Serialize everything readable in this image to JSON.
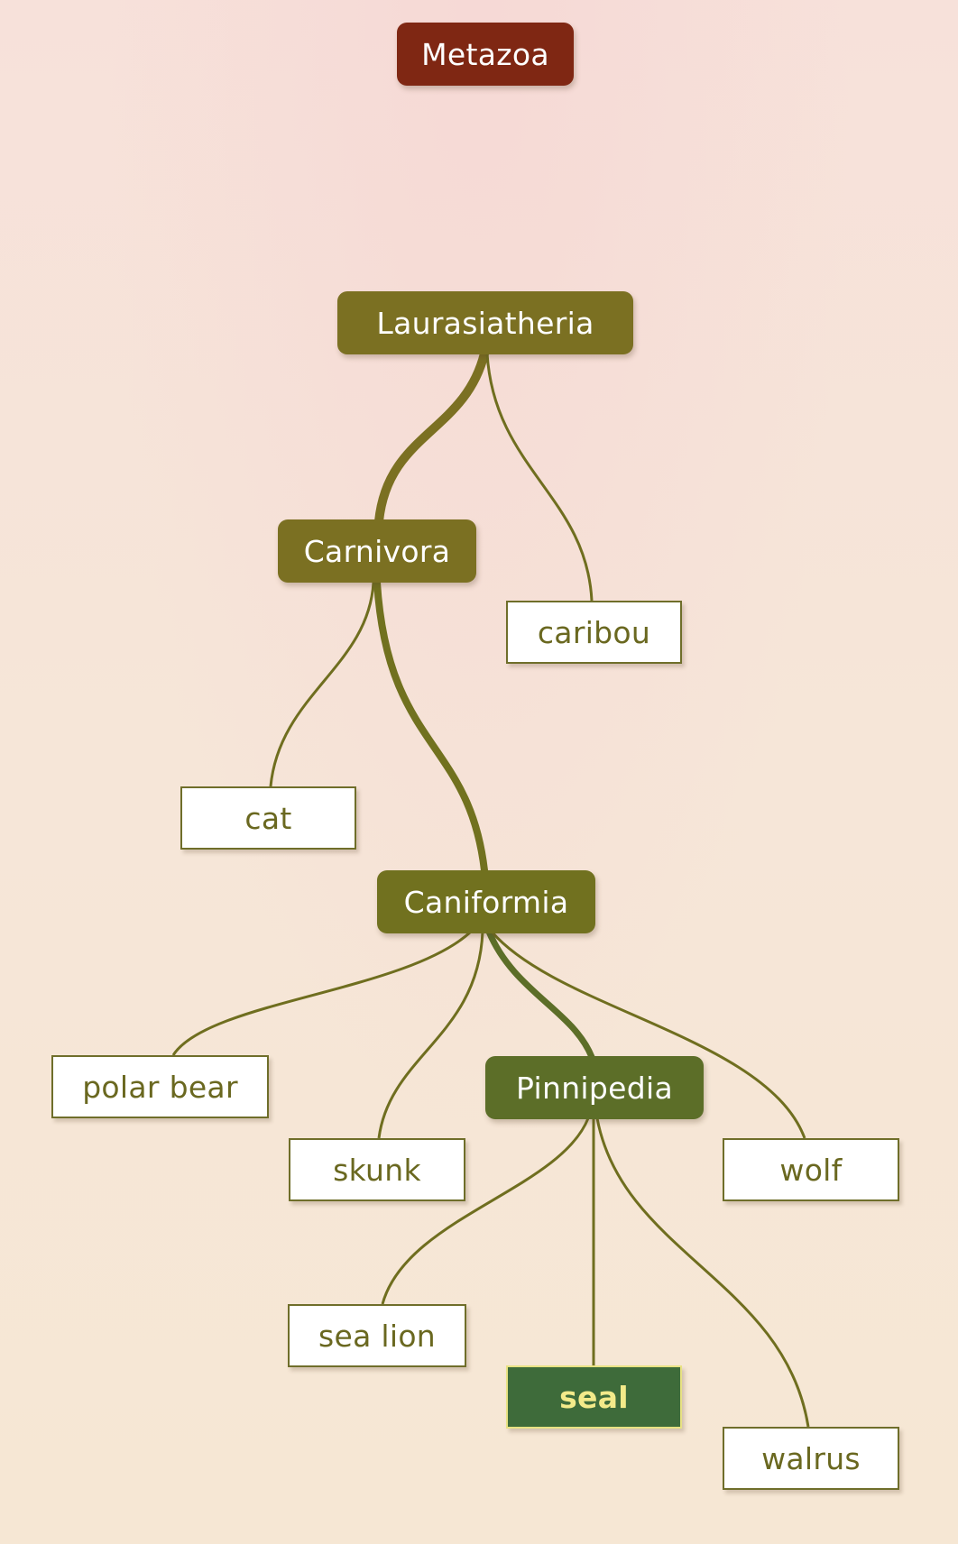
{
  "tree": {
    "colors": {
      "root": "#7f2713",
      "clade": "#7b7022",
      "clade_green": "#5c6e28",
      "edge": "#6f6e1f",
      "leaf_border": "#6f6e2a",
      "highlight_fill": "#3e6b3a",
      "highlight_text": "#f3ea8a"
    },
    "nodes": {
      "metazoa": "Metazoa",
      "laurasiatheria": "Laurasiatheria",
      "carnivora": "Carnivora",
      "caribou": "caribou",
      "cat": "cat",
      "caniformia": "Caniformia",
      "polar_bear": "polar bear",
      "skunk": "skunk",
      "pinnipedia": "Pinnipedia",
      "wolf": "wolf",
      "sea_lion": "sea lion",
      "seal": "seal",
      "walrus": "walrus"
    },
    "highlighted": "seal"
  }
}
